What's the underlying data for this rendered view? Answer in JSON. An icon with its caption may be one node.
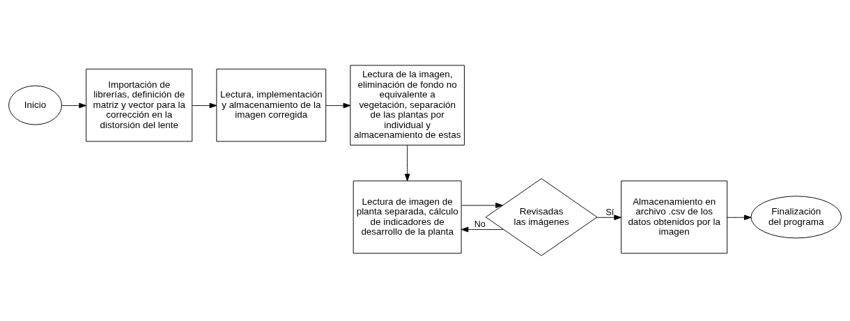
{
  "diagram": {
    "nodes": [
      {
        "text": [
          "Inicio"
        ]
      },
      {
        "text": [
          "Importación de librerías, definición de matriz y vector para la corrección en la distorsión del lente"
        ]
      },
      {
        "text": [
          "Lectura, implementación y almacenamiento de la imagen corregida"
        ]
      },
      {
        "text": [
          "Lectura de la imagen, eliminación de fondo no equivalente a vegetación, separación de las plantas por individual y almacenamiento de estas"
        ]
      },
      {
        "text": [
          "Lectura de imagen de planta separada, cálculo de indicadores de desarrollo de la planta"
        ]
      },
      {
        "text": [
          "Revisadas las imágenes"
        ]
      },
      {
        "text": [
          "Almacenamiento en archivo .csv de los datos obtenidos por la imagen"
        ]
      },
      {
        "text": [
          "Finalización del programa"
        ]
      }
    ],
    "edges": [
      {
        "from": 0,
        "to": 1,
        "arrow": "to"
      },
      {
        "from": 1,
        "to": 2,
        "arrow": "to"
      },
      {
        "from": 2,
        "to": 3,
        "arrow": "to"
      },
      {
        "from": 3,
        "to": 4,
        "arrow": "to"
      },
      {
        "from": 4,
        "to": 5,
        "arrow": "to"
      },
      {
        "from": 5,
        "to": 6,
        "arrow": "to",
        "label": "Sí"
      },
      {
        "from": 5,
        "to": 4,
        "arrow": "to",
        "label": "No"
      },
      {
        "from": 6,
        "to": 7,
        "arrow": "to"
      }
    ]
  }
}
